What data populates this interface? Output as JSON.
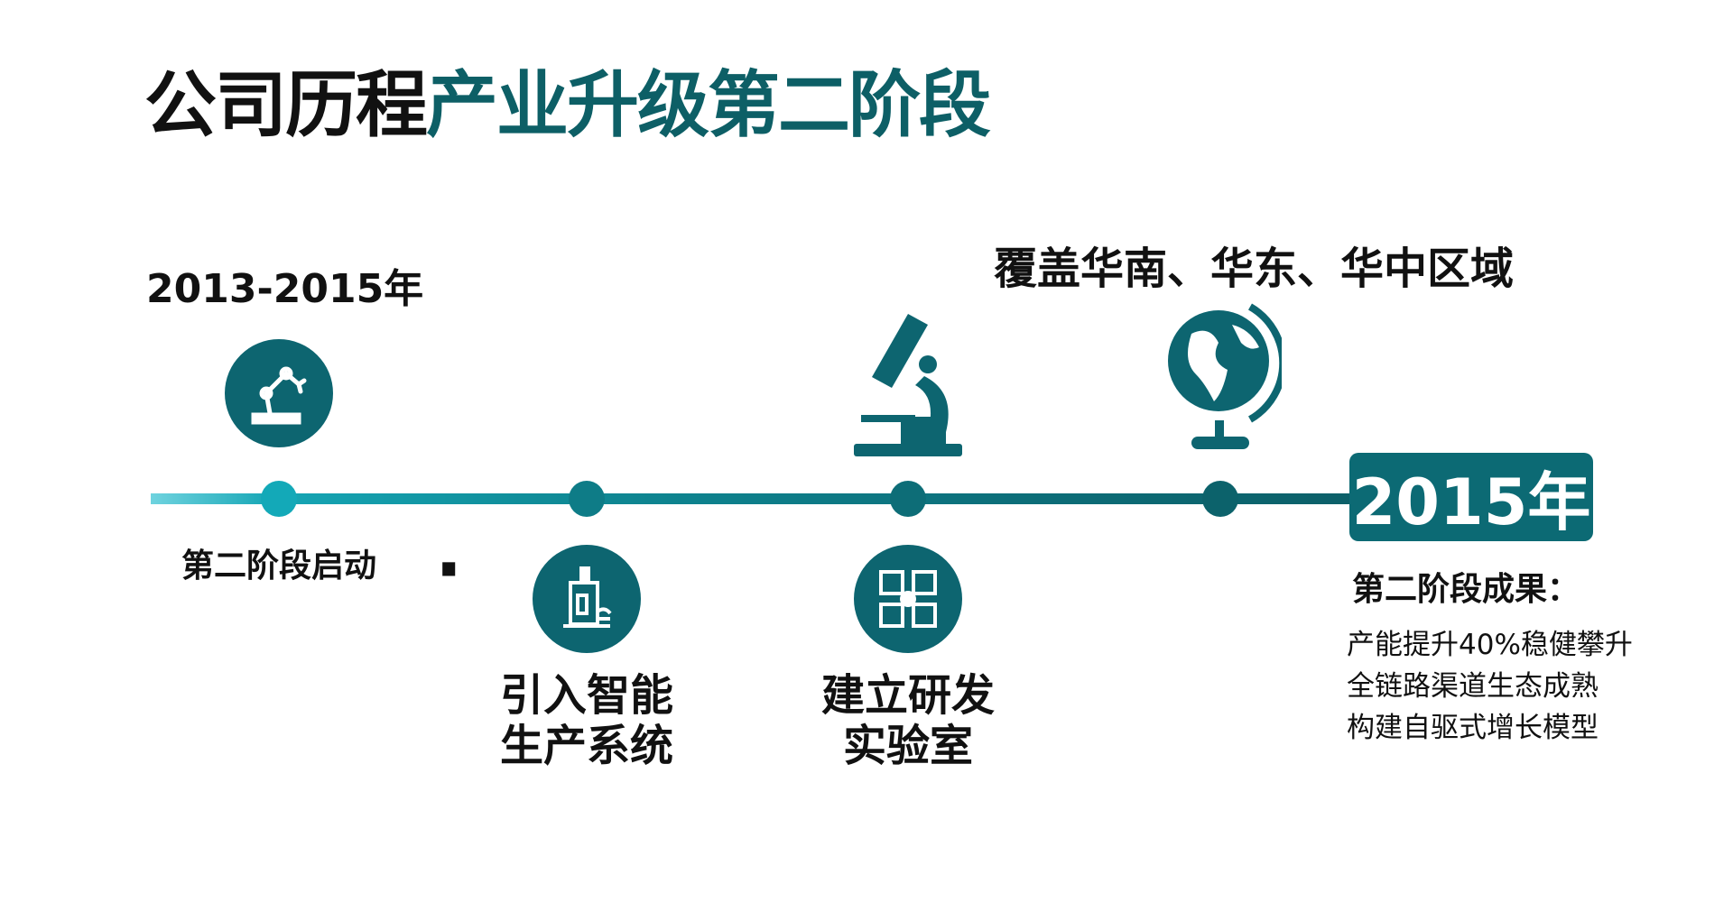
{
  "title": {
    "main": "公司历程",
    "separator": "·",
    "highlight": "产业升级第二阶段"
  },
  "period": "2013-2015年",
  "milestones": [
    {
      "label": "第二阶段启动",
      "icon": "robot-arm-icon"
    },
    {
      "label_lines": [
        "引入智能",
        "生产系统"
      ],
      "icon": "smart-production-icon"
    },
    {
      "label_lines": [
        "建立研发",
        "实验室"
      ],
      "icon": "circuit-chip-icon",
      "top_icon": "microscope-icon"
    },
    {
      "label": "覆盖华南、华东、华中区域",
      "icon": "globe-icon"
    }
  ],
  "end": {
    "year": "2015年",
    "results_title": "第二阶段成果：",
    "results": [
      "产能提升40%稳健攀升",
      "全链路渠道生态成熟",
      "构建自驱式增长模型"
    ]
  },
  "colors": {
    "teal": "#0d6570",
    "title_teal": "#0d5f66"
  }
}
